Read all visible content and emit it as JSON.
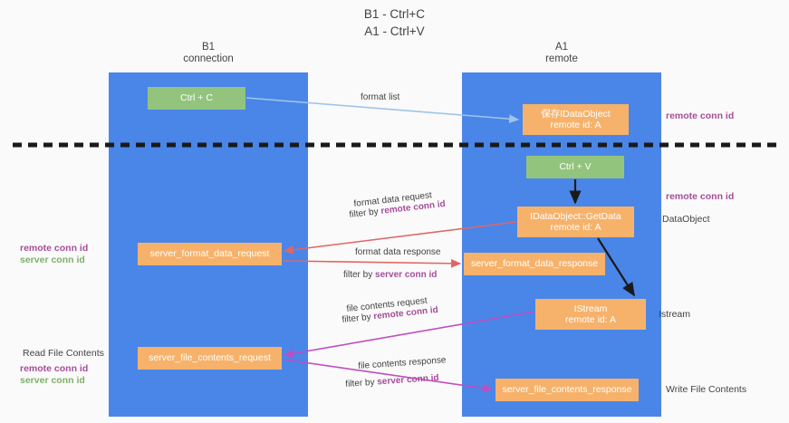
{
  "title": "B1 - Ctrl+C\nA1 - Ctrl+V",
  "columns": {
    "left": {
      "header": "B1\nconnection"
    },
    "right": {
      "header": "A1\nremote"
    }
  },
  "boxes": {
    "ctrl_c": "Ctrl + C",
    "ctrl_v": "Ctrl + V",
    "idataobject": "保存IDataObject\nremote id: A",
    "getdata": "IDataObject::GetData\nremote id: A",
    "server_format_data_response": "server_format_data_response",
    "istream": "IStream\nremote id: A",
    "server_file_contents_response": "server_file_contents_response",
    "server_format_data_request": "server_format_data_request",
    "server_file_contents_request": "server_file_contents_request"
  },
  "right_labels": {
    "remote_conn_id_1": "remote conn id",
    "remote_conn_id_2": "remote conn id",
    "dataobject": "DataObject",
    "istream": "Istream",
    "write_file_contents": "Write File Contents"
  },
  "left_labels": {
    "conn_ids_top": "remote conn id\nserver conn id",
    "read_file_contents": "Read File Contents",
    "conn_ids_bottom": "remote conn id\nserver conn id"
  },
  "arrow_labels": {
    "format_list": "format list",
    "format_data_request": "format data request",
    "format_data_request_filter_prefix": "filter by ",
    "format_data_request_filter_value": "remote conn id",
    "format_data_response": "format data response",
    "format_data_response_filter_prefix": "filter by ",
    "format_data_response_filter_value": "server conn id",
    "file_contents_request": "file contents request",
    "file_contents_request_filter_prefix": "filter by ",
    "file_contents_request_filter_value": "remote conn id",
    "file_contents_response": "file contents response",
    "file_contents_response_filter_prefix": "filter by ",
    "file_contents_response_filter_value": "server conn id"
  },
  "colors": {
    "column_blue": "#4a86e8",
    "box_orange": "#f6b26b",
    "box_green": "#93c47d",
    "arrow_lightblue": "#9fc5e8",
    "arrow_red": "#e06666",
    "arrow_purple": "#bf4ebf",
    "arrow_black": "#1a1a1a",
    "label_purple": "#a64d9a",
    "label_green": "#7fb069",
    "divider_black": "#1a1a1a",
    "background": "#fafafa"
  }
}
